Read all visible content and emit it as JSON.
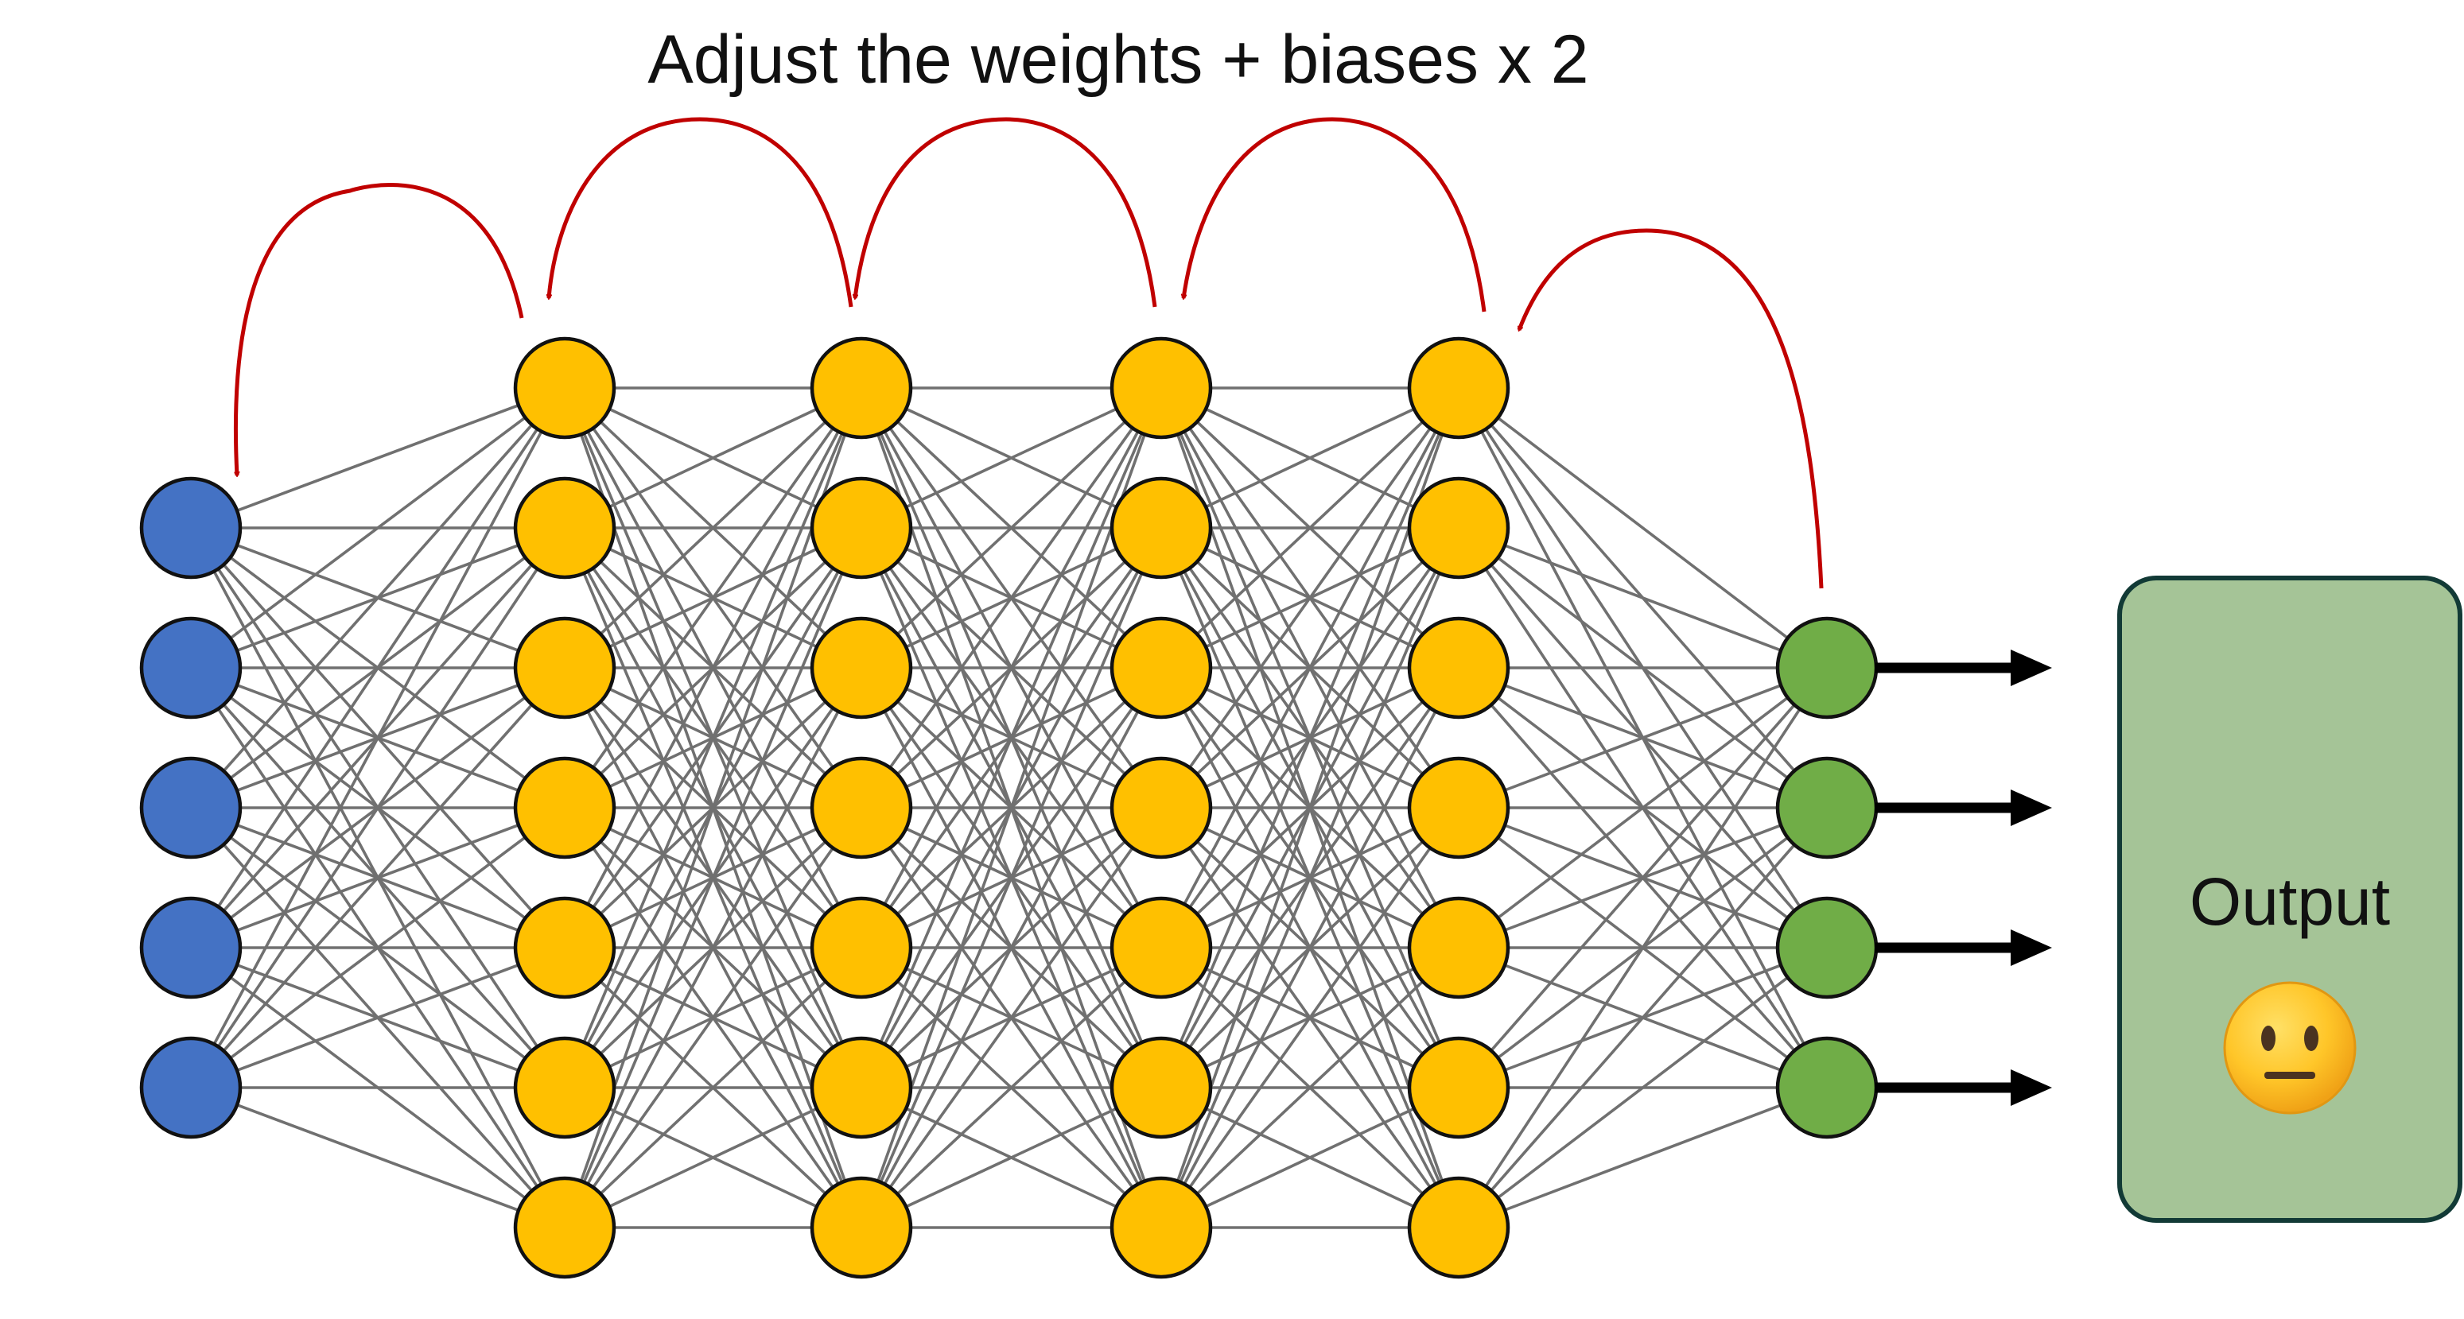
{
  "title": "Adjust the weights + biases x 2",
  "output_box": {
    "label": "Output",
    "emoji": "😐",
    "emoji_name": "neutral-face"
  },
  "network": {
    "layers": [
      {
        "role": "input",
        "nodes": 5,
        "color": "#4472c4"
      },
      {
        "role": "hidden",
        "nodes": 7,
        "color": "#ffc000"
      },
      {
        "role": "hidden",
        "nodes": 7,
        "color": "#ffc000"
      },
      {
        "role": "hidden",
        "nodes": 7,
        "color": "#ffc000"
      },
      {
        "role": "hidden",
        "nodes": 7,
        "color": "#ffc000"
      },
      {
        "role": "output",
        "nodes": 4,
        "color": "#70ad47"
      }
    ],
    "connections": "fully-connected",
    "connection_color": "#707070",
    "backprop_arrow_color": "#c00000",
    "backprop_arrows": 5,
    "output_arrows": 4
  },
  "colors": {
    "output_box_fill": "#a5c497",
    "output_box_border": "#123a36",
    "node_border": "#111111"
  }
}
